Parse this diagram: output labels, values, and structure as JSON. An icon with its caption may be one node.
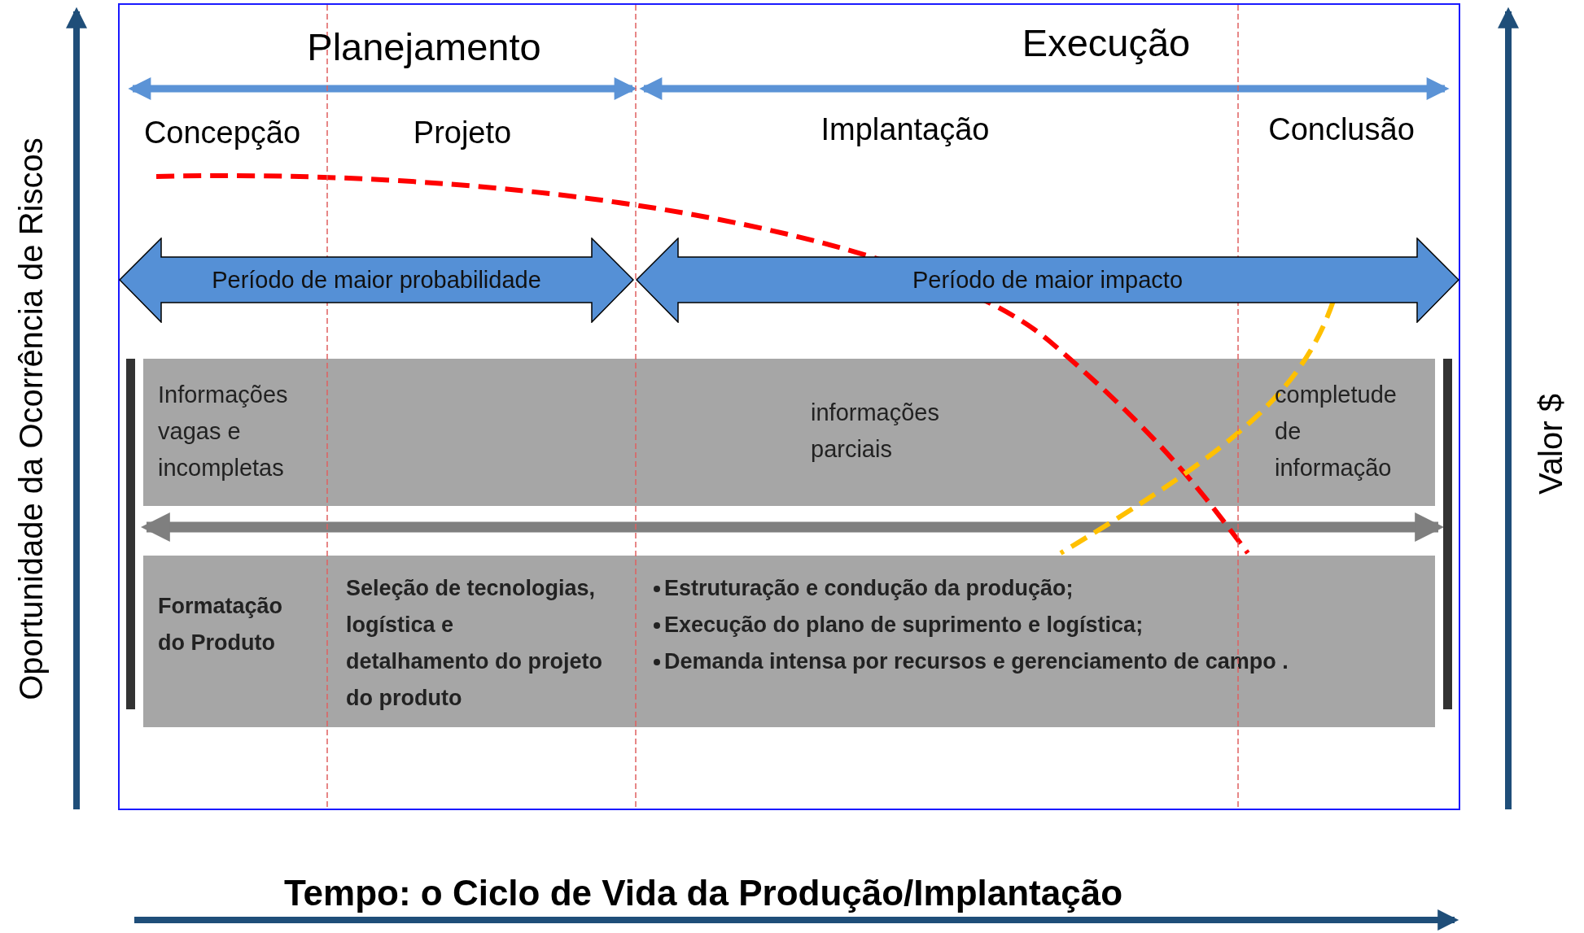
{
  "diagram": {
    "nodes": [
      {
        "text": [
          "Período de maior probabilidade"
        ]
      },
      {
        "text": [
          "Período de maior impacto"
        ]
      },
      {
        "text": [
          "Informações vagas e incompletas",
          "informações parciais",
          "completude de informação"
        ]
      },
      {
        "text": [
          "Formatação do Produto",
          "Seleção de tecnologias, logística e detalhamento do projeto do produto",
          "Estruturação e condução da produção;",
          "Execução do plano de suprimento e logística;",
          "Demanda intensa por recursos e gerenciamento de campo ."
        ]
      }
    ],
    "labels": [
      "Planejamento",
      "Execução",
      "Concepção",
      "Projeto",
      "Implantação",
      "Conclusão",
      "Oportunidade da Ocorrência de Riscos",
      "Valor $",
      "Tempo: o Ciclo de Vida da Produção/Implantação"
    ]
  }
}
